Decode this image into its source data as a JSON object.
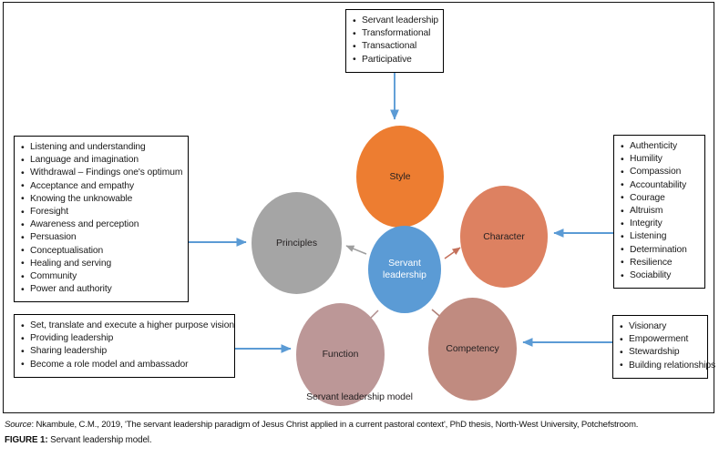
{
  "figure": {
    "model_label": "Servant leadership model",
    "source_prefix": "Source",
    "source_text": ": Nkambule, C.M., 2019, 'The servant leadership paradigm of Jesus Christ applied in a current pastoral context', PhD thesis, North-West University, Potchefstroom.",
    "figure_number": "FIGURE 1:",
    "figure_title": "Servant leadership model."
  },
  "nodes": {
    "center": "Servant leadership",
    "style": "Style",
    "character": "Character",
    "competency": "Competency",
    "function": "Function",
    "principles": "Principles"
  },
  "colors": {
    "center": "#5B9BD5",
    "style": "#ED7D31",
    "character": "#DD8161",
    "competency": "#C08B80",
    "function": "#BC9797",
    "principles": "#A5A5A5",
    "connector": "#5B9BD5",
    "box_border": "#000000"
  },
  "boxes": {
    "style": {
      "items": [
        "Servant leadership",
        "Transformational",
        "Transactional",
        "Participative"
      ]
    },
    "principles": {
      "items": [
        "Listening and understanding",
        "Language and imagination",
        "Withdrawal – Findings one's optimum",
        "Acceptance and empathy",
        "Knowing the unknowable",
        "Foresight",
        "Awareness and perception",
        "Persuasion",
        "Conceptualisation",
        "Healing and serving",
        "Community",
        "Power and authority"
      ]
    },
    "character": {
      "items": [
        "Authenticity",
        "Humility",
        "Compassion",
        "Accountability",
        "Courage",
        "Altruism",
        "Integrity",
        "Listening",
        "Determination",
        "Resilience",
        "Sociability"
      ]
    },
    "function": {
      "items": [
        "Set, translate and execute a higher purpose vision",
        "Providing leadership",
        "Sharing leadership",
        "Become a role model and ambassador"
      ]
    },
    "competency": {
      "items": [
        "Visionary",
        "Empowerment",
        "Stewardship",
        "Building relationships"
      ]
    }
  }
}
